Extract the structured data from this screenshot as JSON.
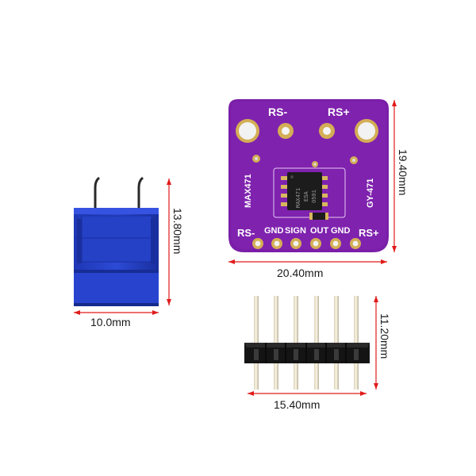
{
  "board": {
    "top_labels": {
      "rs_minus": "RS-",
      "rs_plus": "RS+"
    },
    "side_left": "MAX471",
    "side_right": "GY-471",
    "bottom_labels": [
      "RS-",
      "GND",
      "SIGN",
      "OUT",
      "GND",
      "RS+"
    ],
    "chip_text": [
      "MAX471",
      "ESA",
      "0501"
    ],
    "colors": {
      "pcb": "#7a1fa8",
      "pcb_dark": "#5c1583",
      "gold": "#c9a24a",
      "silk": "#ffffff"
    }
  },
  "terminal": {
    "color": "#2340c4",
    "pins": 2
  },
  "header": {
    "pins": 6,
    "color": "#111111"
  },
  "dimensions": {
    "board_width": "20.40mm",
    "board_height": "19.40mm",
    "terminal_width": "10.0mm",
    "terminal_height": "13.80mm",
    "header_width": "15.40mm",
    "header_height": "11.20mm",
    "dimension_color": "#e01b1b"
  }
}
